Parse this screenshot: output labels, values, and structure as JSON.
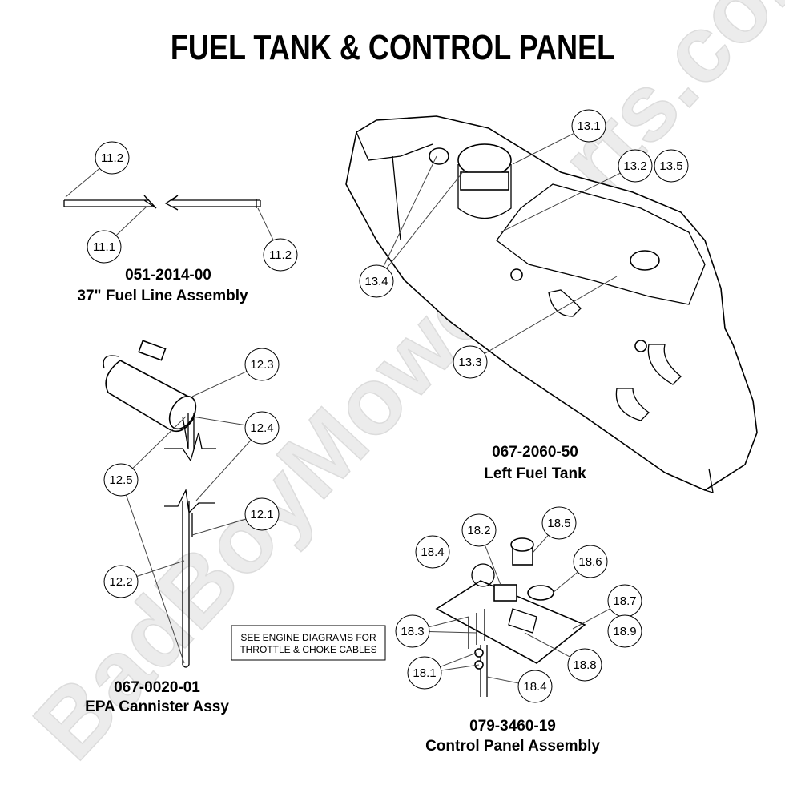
{
  "title": "FUEL TANK & CONTROL PANEL",
  "watermark": "BadBoyMowerParts.com",
  "assemblies": [
    {
      "part_number": "051-2014-00",
      "name": "37\" Fuel Line Assembly"
    },
    {
      "part_number": "067-2060-50",
      "name": "Left Fuel Tank"
    },
    {
      "part_number": "067-0020-01",
      "name": "EPA Cannister Assy"
    },
    {
      "part_number": "079-3460-19",
      "name": "Control Panel Assembly"
    }
  ],
  "note": {
    "line1": "SEE ENGINE DIAGRAMS FOR",
    "line2": "THROTTLE & CHOKE CABLES"
  },
  "callouts": [
    "11.2",
    "11.1",
    "11.2",
    "13.1",
    "13.2",
    "13.5",
    "13.4",
    "13.3",
    "12.3",
    "12.4",
    "12.5",
    "12.1",
    "12.2",
    "18.2",
    "18.5",
    "18.4",
    "18.6",
    "18.7",
    "18.9",
    "18.3",
    "18.8",
    "18.1",
    "18.4"
  ]
}
